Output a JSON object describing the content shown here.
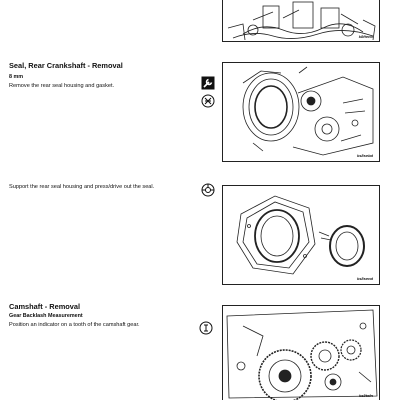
{
  "sections": [
    {
      "title": "Seal, Rear Crankshaft - Removal",
      "tool_size": "8 mm",
      "text": "Remove the rear seal housing and gasket."
    },
    {
      "text": "Support the rear seal housing and press/drive out the seal."
    },
    {
      "title": "Camshaft - Removal",
      "subtitle": "Gear Backlash Measurement",
      "text": "Position an indicator on a tooth of the camshaft gear."
    }
  ],
  "figures": [
    {
      "label": "k8fteno"
    },
    {
      "label": "ks8sebd"
    },
    {
      "label": "ks8send"
    },
    {
      "label": "ks8tefn"
    }
  ],
  "icons": [
    {
      "name": "wrench-icon"
    },
    {
      "name": "remove-icon"
    },
    {
      "name": "press-drive-icon"
    },
    {
      "name": "measure-icon"
    }
  ]
}
